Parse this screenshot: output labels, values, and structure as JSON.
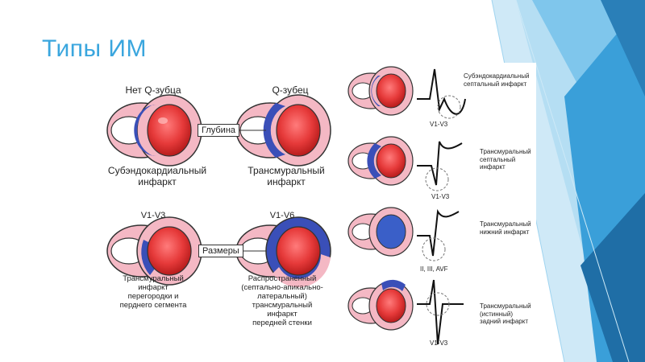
{
  "slide": {
    "title": "Типы ИМ"
  },
  "colors": {
    "title": "#3aa6de",
    "ring": "#f4b8c4",
    "heart": "#e63a3a",
    "infarct": "#3a4fb8",
    "accent_blue": "#2a6fb3"
  },
  "left_figure": {
    "col1_header": "Нет Q-зубца",
    "col2_header": "Q-зубец",
    "depth_label": "Глубина",
    "col1_caption": "Субэндокардиальный\nинфаркт",
    "col2_caption": "Трансмуральный\nинфаркт",
    "row2_col1_header": "V1-V3",
    "row2_col2_header": "V1-V6",
    "size_label": "Размеры",
    "row2_col1_caption": "Трансмуральный\nинфаркт\nперегородки и\nперднего сегмента",
    "row2_col2_caption": "Распространенный\n(септально-апикально-\nлатеральный)\nтрансмуральный\nинфаркт\nпередней стенки"
  },
  "right_figure": {
    "items": [
      {
        "label": "Субэндокардиальный\nсептальный инфаркт",
        "lead": "V1-V3"
      },
      {
        "label": "Трансмуральный\nсептальный\nинфаркт",
        "lead": "V1-V3"
      },
      {
        "label": "Трансмуральный\nнижний инфаркт",
        "lead": "II, III, AVF"
      },
      {
        "label": "Трансмуральный\n(истинный)\nзадний инфаркт",
        "lead": "V1-V3"
      }
    ]
  }
}
